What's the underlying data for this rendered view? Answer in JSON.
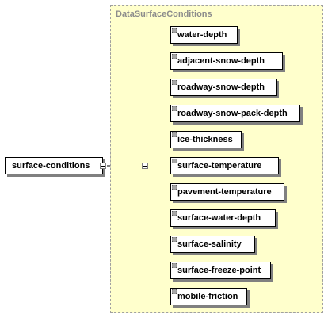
{
  "group": {
    "label": "DataSurfaceConditions"
  },
  "root": {
    "label": "surface-conditions"
  },
  "children": [
    {
      "label": "water-depth"
    },
    {
      "label": "adjacent-snow-depth"
    },
    {
      "label": "roadway-snow-depth"
    },
    {
      "label": "roadway-snow-pack-depth"
    },
    {
      "label": "ice-thickness"
    },
    {
      "label": "surface-temperature"
    },
    {
      "label": "pavement-temperature"
    },
    {
      "label": "surface-water-depth"
    },
    {
      "label": "surface-salinity"
    },
    {
      "label": "surface-freeze-point"
    },
    {
      "label": "mobile-friction"
    }
  ]
}
